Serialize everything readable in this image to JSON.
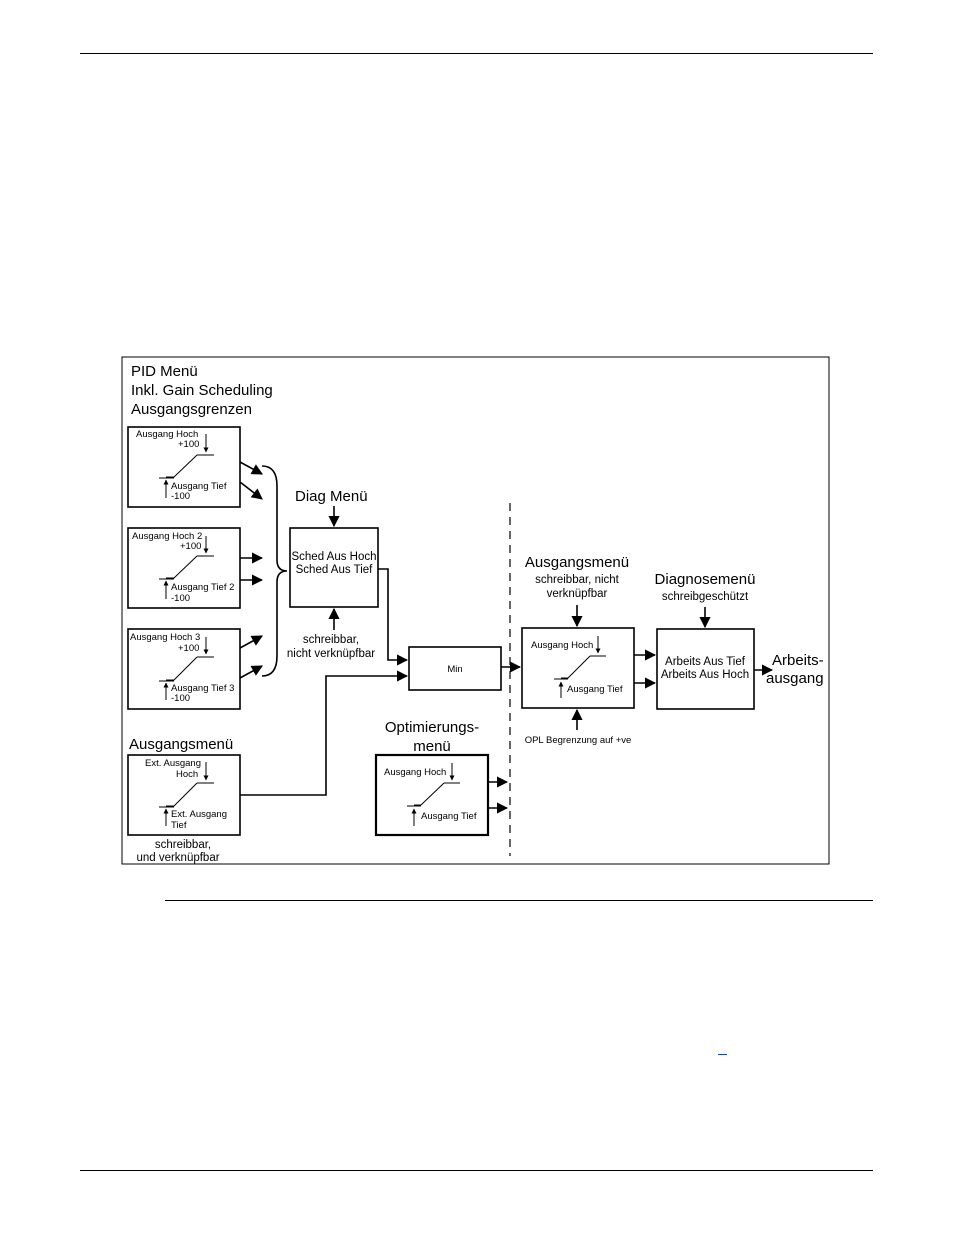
{
  "pid_menu": {
    "title_line1": "PID Menü",
    "title_line2": "Inkl. Gain Scheduling",
    "title_line3": "Ausgangsgrenzen",
    "box1": {
      "hoch": "Ausgang Hoch",
      "hoch_val": "+100",
      "tief": "Ausgang Tief",
      "tief_val": "-100"
    },
    "box2": {
      "hoch": "Ausgang Hoch 2",
      "hoch_val": "+100",
      "tief": "Ausgang Tief 2",
      "tief_val": "-100"
    },
    "box3": {
      "hoch": "Ausgang Hoch 3",
      "hoch_val": "+100",
      "tief": "Ausgang Tief 3",
      "tief_val": "-100"
    }
  },
  "ausgangsmenu_left": {
    "title": "Ausgangsmenü",
    "hoch_line1": "Ext. Ausgang",
    "hoch_line2": "Hoch",
    "tief_line1": "Ext. Ausgang",
    "tief_line2": "Tief",
    "note_line1": "schreibbar,",
    "note_line2": "und verknüpfbar"
  },
  "diag_menu": {
    "title": "Diag Menü",
    "line1": "Sched Aus Hoch",
    "line2": "Sched Aus Tief",
    "note_line1": "schreibbar,",
    "note_line2": "nicht verknüpfbar"
  },
  "min_block": {
    "label": "Min"
  },
  "optimierung": {
    "title_line1": "Optimierungs-",
    "title_line2": "menü",
    "hoch": "Ausgang Hoch",
    "tief": "Ausgang Tief"
  },
  "ausgangsmenu_right": {
    "title": "Ausgangsmenü",
    "sub_line1": "schreibbar, nicht",
    "sub_line2": "verknüpfbar",
    "hoch": "Ausgang Hoch",
    "tief": "Ausgang Tief",
    "note": "OPL Begrenzung auf +ve"
  },
  "diagnosemenu": {
    "title": "Diagnosemenü",
    "sub": "schreibgeschützt",
    "line1": "Arbeits Aus Tief",
    "line2": "Arbeits Aus Hoch"
  },
  "arbeitsausgang": {
    "line1": "Arbeits-",
    "line2": "ausgang"
  }
}
